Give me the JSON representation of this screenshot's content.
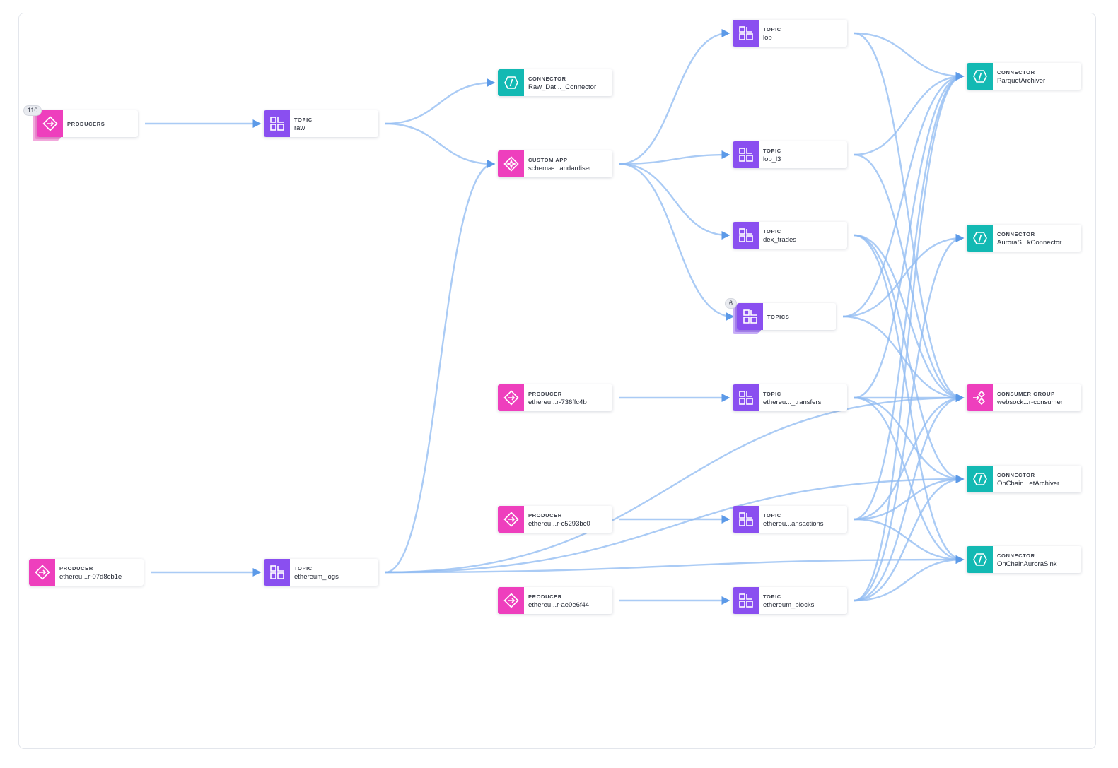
{
  "colors": {
    "producer": "#ee3fbd",
    "topic": "#8a4ff0",
    "connector": "#13b9b3",
    "custom_app": "#ee3fbd",
    "consumer_group": "#ee3fbd",
    "edge": "#8ebaf2",
    "edge_strong": "#5c9ae8"
  },
  "nodes": {
    "producers_group": {
      "kind": "PRODUCERS",
      "name": "",
      "count": "110",
      "icon": "producer-icon"
    },
    "topic_raw": {
      "kind": "TOPIC",
      "name": "raw",
      "icon": "topic-icon"
    },
    "connector_raw": {
      "kind": "CONNECTOR",
      "name": "Raw_Dat..._Connector",
      "icon": "connector-icon"
    },
    "custom_app": {
      "kind": "CUSTOM APP",
      "name": "schema-...andardiser",
      "icon": "custom-app-icon"
    },
    "topic_lob": {
      "kind": "TOPIC",
      "name": "lob",
      "icon": "topic-icon"
    },
    "topic_lob_l3": {
      "kind": "TOPIC",
      "name": "lob_l3",
      "icon": "topic-icon"
    },
    "topic_dex_trades": {
      "kind": "TOPIC",
      "name": "dex_trades",
      "icon": "topic-icon"
    },
    "topics_group": {
      "kind": "TOPICS",
      "name": "",
      "count": "6",
      "icon": "topic-icon"
    },
    "producer_736": {
      "kind": "PRODUCER",
      "name": "ethereu...r-736ffc4b",
      "icon": "producer-icon"
    },
    "topic_transfers": {
      "kind": "TOPIC",
      "name": "ethereu..._transfers",
      "icon": "topic-icon"
    },
    "producer_c52": {
      "kind": "PRODUCER",
      "name": "ethereu...r-c5293bc0",
      "icon": "producer-icon"
    },
    "topic_transactions": {
      "kind": "TOPIC",
      "name": "ethereu...ansactions",
      "icon": "topic-icon"
    },
    "producer_07d": {
      "kind": "PRODUCER",
      "name": "ethereu...r-07d8cb1e",
      "icon": "producer-icon"
    },
    "topic_eth_logs": {
      "kind": "TOPIC",
      "name": "ethereum_logs",
      "icon": "topic-icon"
    },
    "producer_ae0": {
      "kind": "PRODUCER",
      "name": "ethereu...r-ae0e6f44",
      "icon": "producer-icon"
    },
    "topic_eth_blocks": {
      "kind": "TOPIC",
      "name": "ethereum_blocks",
      "icon": "topic-icon"
    },
    "connector_parquet": {
      "kind": "CONNECTOR",
      "name": "ParquetArchiver",
      "icon": "connector-icon"
    },
    "connector_aurora": {
      "kind": "CONNECTOR",
      "name": "AuroraS...kConnector",
      "icon": "connector-icon"
    },
    "consumer_group": {
      "kind": "CONSUMER GROUP",
      "name": "websock...r-consumer",
      "icon": "consumer-group-icon"
    },
    "connector_onchain_archiver": {
      "kind": "CONNECTOR",
      "name": "OnChain...etArchiver",
      "icon": "connector-icon"
    },
    "connector_onchain_sink": {
      "kind": "CONNECTOR",
      "name": "OnChainAuroraSink",
      "icon": "connector-icon"
    }
  },
  "edges": [
    [
      "producers_group",
      "topic_raw"
    ],
    [
      "topic_raw",
      "connector_raw"
    ],
    [
      "topic_raw",
      "custom_app"
    ],
    [
      "topic_eth_logs",
      "custom_app"
    ],
    [
      "custom_app",
      "topic_lob"
    ],
    [
      "custom_app",
      "topic_lob_l3"
    ],
    [
      "custom_app",
      "topic_dex_trades"
    ],
    [
      "custom_app",
      "topics_group"
    ],
    [
      "producer_07d",
      "topic_eth_logs"
    ],
    [
      "producer_736",
      "topic_transfers"
    ],
    [
      "producer_c52",
      "topic_transactions"
    ],
    [
      "producer_ae0",
      "topic_eth_blocks"
    ],
    [
      "topic_lob",
      "connector_parquet"
    ],
    [
      "topic_lob",
      "consumer_group"
    ],
    [
      "topic_lob_l3",
      "connector_parquet"
    ],
    [
      "topic_lob_l3",
      "consumer_group"
    ],
    [
      "topic_dex_trades",
      "consumer_group"
    ],
    [
      "topic_dex_trades",
      "connector_onchain_archiver"
    ],
    [
      "topic_dex_trades",
      "connector_onchain_sink"
    ],
    [
      "topics_group",
      "connector_parquet"
    ],
    [
      "topics_group",
      "connector_aurora"
    ],
    [
      "topics_group",
      "consumer_group"
    ],
    [
      "topic_transfers",
      "consumer_group"
    ],
    [
      "topic_transfers",
      "connector_onchain_archiver"
    ],
    [
      "topic_transfers",
      "connector_onchain_sink"
    ],
    [
      "topic_transfers",
      "connector_parquet"
    ],
    [
      "topic_transactions",
      "consumer_group"
    ],
    [
      "topic_transactions",
      "connector_onchain_archiver"
    ],
    [
      "topic_transactions",
      "connector_onchain_sink"
    ],
    [
      "topic_transactions",
      "connector_parquet"
    ],
    [
      "topic_eth_blocks",
      "consumer_group"
    ],
    [
      "topic_eth_blocks",
      "connector_onchain_archiver"
    ],
    [
      "topic_eth_blocks",
      "connector_onchain_sink"
    ],
    [
      "topic_eth_blocks",
      "connector_parquet"
    ],
    [
      "topic_eth_blocks",
      "connector_aurora"
    ],
    [
      "topic_eth_logs",
      "consumer_group"
    ],
    [
      "topic_eth_logs",
      "connector_onchain_archiver"
    ],
    [
      "topic_eth_logs",
      "connector_onchain_sink"
    ]
  ]
}
